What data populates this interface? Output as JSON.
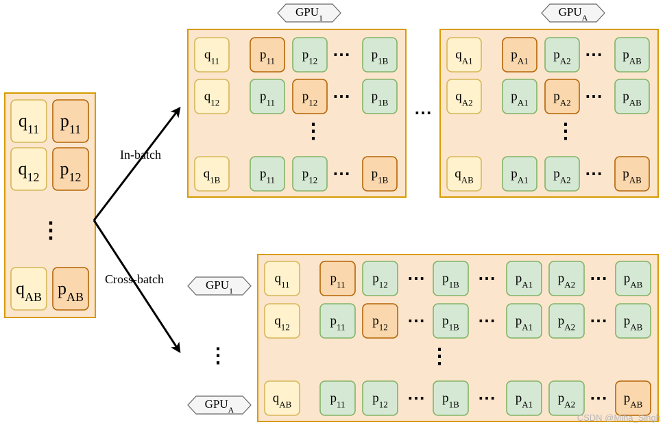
{
  "colors": {
    "panel_fill": "#fce5cd",
    "panel_stroke": "#d79b00",
    "query_fill": "#fff2cc",
    "query_stroke": "#d6b656",
    "positive_fill": "#fad7ac",
    "positive_stroke": "#b46504",
    "negative_fill": "#d5e8d4",
    "negative_stroke": "#82b366",
    "tag_fill": "#f5f5f5",
    "tag_stroke": "#666666",
    "arrow": "#000000"
  },
  "source": {
    "rows": [
      {
        "q": "q",
        "q_sub": "11",
        "p": "p",
        "p_sub": "11"
      },
      {
        "q": "q",
        "q_sub": "12",
        "p": "p",
        "p_sub": "12"
      },
      {
        "q": "q",
        "q_sub": "AB",
        "p": "p",
        "p_sub": "AB"
      }
    ],
    "ellipsis": "⋮"
  },
  "edges": {
    "in_batch": "In-batch",
    "cross_batch": "Cross-batch"
  },
  "in_batch": {
    "between_gpus": "⋯",
    "gpus": [
      {
        "tag": "GPU",
        "tag_sub": "1",
        "ellipsis": "⋮",
        "rows": [
          {
            "q": "q",
            "q_sub": "11",
            "cells": [
              {
                "t": "p",
                "s": "11",
                "pos": true
              },
              {
                "t": "p",
                "s": "12",
                "pos": false
              },
              {
                "dots": "⋯"
              },
              {
                "t": "p",
                "s": "1B",
                "pos": false
              }
            ]
          },
          {
            "q": "q",
            "q_sub": "12",
            "cells": [
              {
                "t": "p",
                "s": "11",
                "pos": false
              },
              {
                "t": "p",
                "s": "12",
                "pos": true
              },
              {
                "dots": "⋯"
              },
              {
                "t": "p",
                "s": "1B",
                "pos": false
              }
            ]
          },
          {
            "q": "q",
            "q_sub": "1B",
            "cells": [
              {
                "t": "p",
                "s": "11",
                "pos": false
              },
              {
                "t": "p",
                "s": "12",
                "pos": false
              },
              {
                "dots": "⋯"
              },
              {
                "t": "p",
                "s": "1B",
                "pos": true
              }
            ]
          }
        ]
      },
      {
        "tag": "GPU",
        "tag_sub": "A",
        "ellipsis": "⋮",
        "rows": [
          {
            "q": "q",
            "q_sub": "A1",
            "cells": [
              {
                "t": "p",
                "s": "A1",
                "pos": true
              },
              {
                "t": "p",
                "s": "A2",
                "pos": false
              },
              {
                "dots": "⋯"
              },
              {
                "t": "p",
                "s": "AB",
                "pos": false
              }
            ]
          },
          {
            "q": "q",
            "q_sub": "A2",
            "cells": [
              {
                "t": "p",
                "s": "A1",
                "pos": false
              },
              {
                "t": "p",
                "s": "A2",
                "pos": true
              },
              {
                "dots": "⋯"
              },
              {
                "t": "p",
                "s": "AB",
                "pos": false
              }
            ]
          },
          {
            "q": "q",
            "q_sub": "AB",
            "cells": [
              {
                "t": "p",
                "s": "A1",
                "pos": false
              },
              {
                "t": "p",
                "s": "A2",
                "pos": false
              },
              {
                "dots": "⋯"
              },
              {
                "t": "p",
                "s": "AB",
                "pos": true
              }
            ]
          }
        ]
      }
    ]
  },
  "cross_batch": {
    "tags": [
      {
        "tag": "GPU",
        "tag_sub": "1"
      },
      {
        "tag": "GPU",
        "tag_sub": "A"
      }
    ],
    "tags_ellipsis": "⋮",
    "ellipsis": "⋮",
    "rows": [
      {
        "q": "q",
        "q_sub": "11",
        "cells": [
          {
            "t": "p",
            "s": "11",
            "pos": true
          },
          {
            "t": "p",
            "s": "12",
            "pos": false
          },
          {
            "dots": "⋯"
          },
          {
            "t": "p",
            "s": "1B",
            "pos": false
          },
          {
            "dots": "⋯"
          },
          {
            "t": "p",
            "s": "A1",
            "pos": false
          },
          {
            "t": "p",
            "s": "A2",
            "pos": false
          },
          {
            "dots": "⋯"
          },
          {
            "t": "p",
            "s": "AB",
            "pos": false
          }
        ]
      },
      {
        "q": "q",
        "q_sub": "12",
        "cells": [
          {
            "t": "p",
            "s": "11",
            "pos": false
          },
          {
            "t": "p",
            "s": "12",
            "pos": true
          },
          {
            "dots": "⋯"
          },
          {
            "t": "p",
            "s": "1B",
            "pos": false
          },
          {
            "dots": "⋯"
          },
          {
            "t": "p",
            "s": "A1",
            "pos": false
          },
          {
            "t": "p",
            "s": "A2",
            "pos": false
          },
          {
            "dots": "⋯"
          },
          {
            "t": "p",
            "s": "AB",
            "pos": false
          }
        ]
      },
      {
        "q": "q",
        "q_sub": "AB",
        "cells": [
          {
            "t": "p",
            "s": "11",
            "pos": false
          },
          {
            "t": "p",
            "s": "12",
            "pos": false
          },
          {
            "dots": "⋯"
          },
          {
            "t": "p",
            "s": "1B",
            "pos": false
          },
          {
            "dots": "⋯"
          },
          {
            "t": "p",
            "s": "A1",
            "pos": false
          },
          {
            "t": "p",
            "s": "A2",
            "pos": false
          },
          {
            "dots": "⋯"
          },
          {
            "t": "p",
            "s": "AB",
            "pos": true
          }
        ]
      }
    ]
  },
  "watermark": "CSDN @Miha_Singh"
}
